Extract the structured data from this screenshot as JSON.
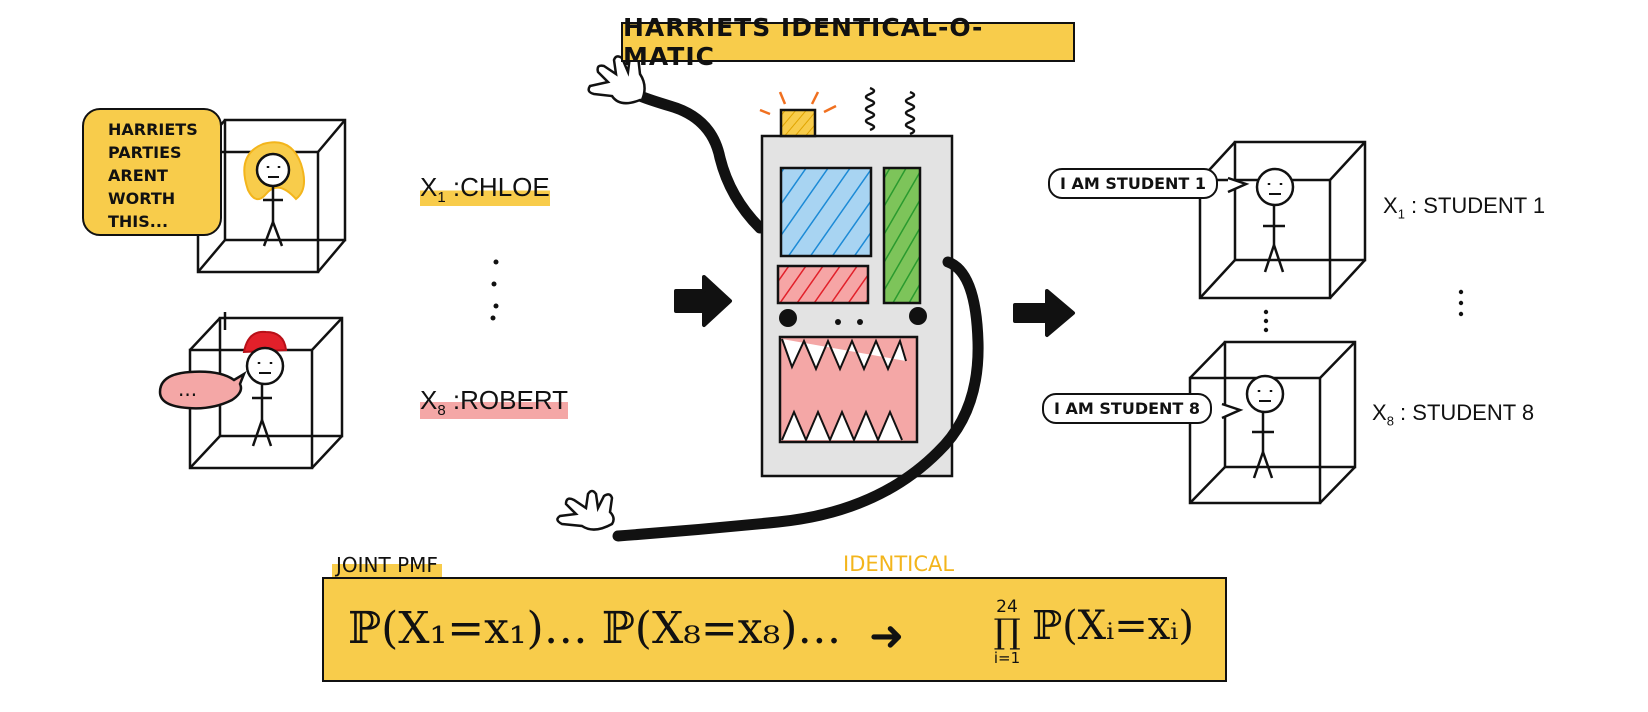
{
  "title": "HARRIETS IDENTICAL-O-MATIC",
  "quote_lines": [
    "HARRIETS",
    "PARTIES",
    "ARENT",
    "WORTH",
    "THIS..."
  ],
  "speech_mumble": "...",
  "inputs": {
    "first": {
      "var": "X",
      "sub": "1",
      "sep": ":",
      "name": "CHLOE"
    },
    "last": {
      "var": "X",
      "sub": "8",
      "sep": ":",
      "name": "ROBERT"
    },
    "ellipsis": "⋮"
  },
  "outputs": {
    "first": {
      "bubble": "I AM STUDENT 1",
      "var": "X",
      "sub": "1",
      "sep": ":",
      "name": "STUDENT 1"
    },
    "last": {
      "bubble": "I AM STUDENT 8",
      "var": "X",
      "sub": "8",
      "sep": ":",
      "name": "STUDENT 8"
    },
    "ellipsis": "⋮"
  },
  "formula": {
    "tag": "JOINT PMF",
    "identical_tag": "IDENTICAL",
    "left": "ℙ(X₁=x₁)… ℙ(X₈=x₈)…",
    "arrow": "➜",
    "prod_sup": "24",
    "prod_symbol": "∏",
    "prod_sub": "i=1",
    "right": "ℙ(Xᵢ=xᵢ)"
  },
  "colors": {
    "yellow": "#f8cc4b",
    "blue": "#a8d4f2",
    "green": "#7dc45a",
    "red": "#f27d7d",
    "pink": "#f4a7a6",
    "machine_gray": "#e3e3e3",
    "hair_orange": "#f3b51c",
    "hair_red": "#e2202a"
  },
  "icons": [
    "arrow-right-icon",
    "machine-icon",
    "hand-icon",
    "stick-figure-icon",
    "box-icon"
  ]
}
